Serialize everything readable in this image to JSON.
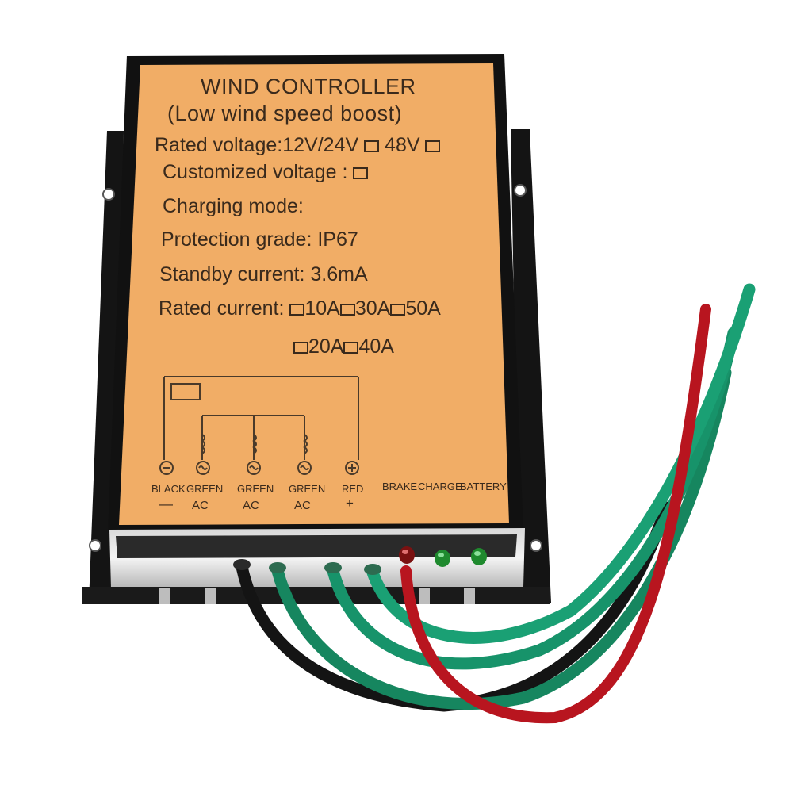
{
  "label": {
    "title": "WIND CONTROLLER",
    "subtitle": "(Low wind speed boost)",
    "rated_voltage": "Rated voltage:12V/24V",
    "rated_voltage_48v": "48V",
    "customized_voltage": "Customized voltage :",
    "charging_mode": "Charging mode:",
    "protection_grade": "Protection grade: IP67",
    "standby_current": "Standby current: 3.6mA",
    "rated_current": "Rated current:",
    "current_options": [
      "10A",
      "30A",
      "50A",
      "20A",
      "40A"
    ]
  },
  "terminals": [
    {
      "name": "BLACK",
      "sign": "—"
    },
    {
      "name": "GREEN",
      "sign": "AC"
    },
    {
      "name": "GREEN",
      "sign": "AC"
    },
    {
      "name": "GREEN",
      "sign": "AC"
    },
    {
      "name": "RED",
      "sign": "+"
    }
  ],
  "indicators": [
    "BRAKE",
    "CHARGE",
    "BATTERY"
  ],
  "colors": {
    "label": "#f1ad66",
    "housing": "#111111",
    "wire_green": "#17936a",
    "wire_red": "#b8151f",
    "wire_black": "#141414"
  }
}
